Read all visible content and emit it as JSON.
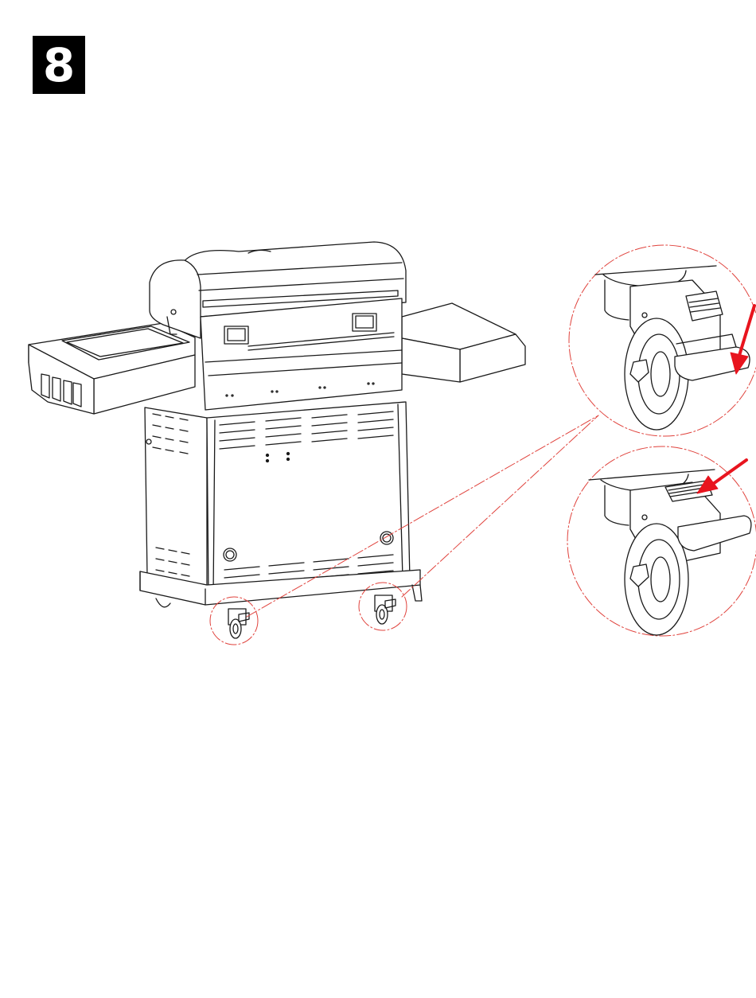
{
  "step": {
    "number": "8"
  },
  "colors": {
    "line": "#1a1a1a",
    "callout": "#e0423c",
    "arrow": "#e8141e",
    "badge_bg": "#000000",
    "badge_fg": "#ffffff"
  },
  "illustration": {
    "subject": "grill",
    "detail_views": [
      "caster-brake-unlocked",
      "caster-brake-locked"
    ],
    "icons": [
      "arrow-icon",
      "arrow-icon"
    ]
  }
}
